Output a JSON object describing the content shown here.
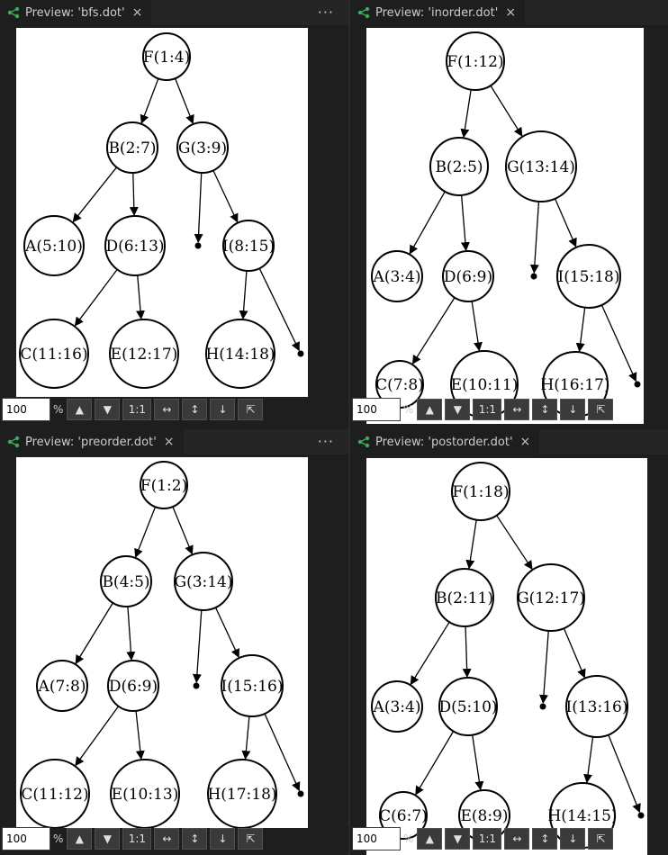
{
  "panes": [
    {
      "tab_label": "Preview: 'bfs.dot'",
      "close_glyph": "×",
      "more_glyph": "···",
      "zoom_value": "100",
      "toolbar": {
        "pct": "%",
        "up": "▲",
        "down": "▼",
        "one": "1:1",
        "fitw": "↔",
        "fith": "↕",
        "scrolldown": "↓",
        "fitall": "⇱"
      },
      "graph": {
        "nodes": [
          {
            "id": "F",
            "label": "F(1:4)"
          },
          {
            "id": "B",
            "label": "B(2:7)"
          },
          {
            "id": "G",
            "label": "G(3:9)"
          },
          {
            "id": "A",
            "label": "A(5:10)"
          },
          {
            "id": "D",
            "label": "D(6:13)"
          },
          {
            "id": "I",
            "label": "I(8:15)"
          },
          {
            "id": "C",
            "label": "C(11:16)"
          },
          {
            "id": "E",
            "label": "E(12:17)"
          },
          {
            "id": "H",
            "label": "H(14:18)"
          }
        ]
      }
    },
    {
      "tab_label": "Preview: 'inorder.dot'",
      "close_glyph": "×",
      "zoom_value": "100",
      "toolbar": {
        "pct": "%",
        "up": "▲",
        "down": "▼",
        "one": "1:1",
        "fitw": "↔",
        "fith": "↕",
        "scrolldown": "↓",
        "fitall": "⇱"
      },
      "graph": {
        "nodes": [
          {
            "id": "F",
            "label": "F(1:12)"
          },
          {
            "id": "B",
            "label": "B(2:5)"
          },
          {
            "id": "G",
            "label": "G(13:14)"
          },
          {
            "id": "A",
            "label": "A(3:4)"
          },
          {
            "id": "D",
            "label": "D(6:9)"
          },
          {
            "id": "I",
            "label": "I(15:18)"
          },
          {
            "id": "C",
            "label": "C(7:8)"
          },
          {
            "id": "E",
            "label": "E(10:11)"
          },
          {
            "id": "H",
            "label": "H(16:17)"
          }
        ]
      }
    },
    {
      "tab_label": "Preview: 'preorder.dot'",
      "close_glyph": "×",
      "more_glyph": "···",
      "zoom_value": "100",
      "toolbar": {
        "pct": "%",
        "up": "▲",
        "down": "▼",
        "one": "1:1",
        "fitw": "↔",
        "fith": "↕",
        "scrolldown": "↓",
        "fitall": "⇱"
      },
      "graph": {
        "nodes": [
          {
            "id": "F",
            "label": "F(1:2)"
          },
          {
            "id": "B",
            "label": "B(4:5)"
          },
          {
            "id": "G",
            "label": "G(3:14)"
          },
          {
            "id": "A",
            "label": "A(7:8)"
          },
          {
            "id": "D",
            "label": "D(6:9)"
          },
          {
            "id": "I",
            "label": "I(15:16)"
          },
          {
            "id": "C",
            "label": "C(11:12)"
          },
          {
            "id": "E",
            "label": "E(10:13)"
          },
          {
            "id": "H",
            "label": "H(17:18)"
          }
        ]
      }
    },
    {
      "tab_label": "Preview: 'postorder.dot'",
      "close_glyph": "×",
      "zoom_value": "100",
      "toolbar": {
        "pct": "%",
        "up": "▲",
        "down": "▼",
        "one": "1:1",
        "fitw": "↔",
        "fith": "↕",
        "scrolldown": "↓",
        "fitall": "⇱"
      },
      "graph": {
        "nodes": [
          {
            "id": "F",
            "label": "F(1:18)"
          },
          {
            "id": "B",
            "label": "B(2:11)"
          },
          {
            "id": "G",
            "label": "G(12:17)"
          },
          {
            "id": "A",
            "label": "A(3:4)"
          },
          {
            "id": "D",
            "label": "D(5:10)"
          },
          {
            "id": "I",
            "label": "I(13:16)"
          },
          {
            "id": "C",
            "label": "C(6:7)"
          },
          {
            "id": "E",
            "label": "E(8:9)"
          },
          {
            "id": "H",
            "label": "H(14:15)"
          }
        ]
      }
    }
  ],
  "edges": [
    [
      "F",
      "B"
    ],
    [
      "F",
      "G"
    ],
    [
      "B",
      "A"
    ],
    [
      "B",
      "D"
    ],
    [
      "G",
      "null1"
    ],
    [
      "G",
      "I"
    ],
    [
      "D",
      "C"
    ],
    [
      "D",
      "E"
    ],
    [
      "I",
      "H"
    ],
    [
      "I",
      "null2"
    ]
  ],
  "icon": "graph-preview-icon",
  "accent_color": "#3fa95a"
}
